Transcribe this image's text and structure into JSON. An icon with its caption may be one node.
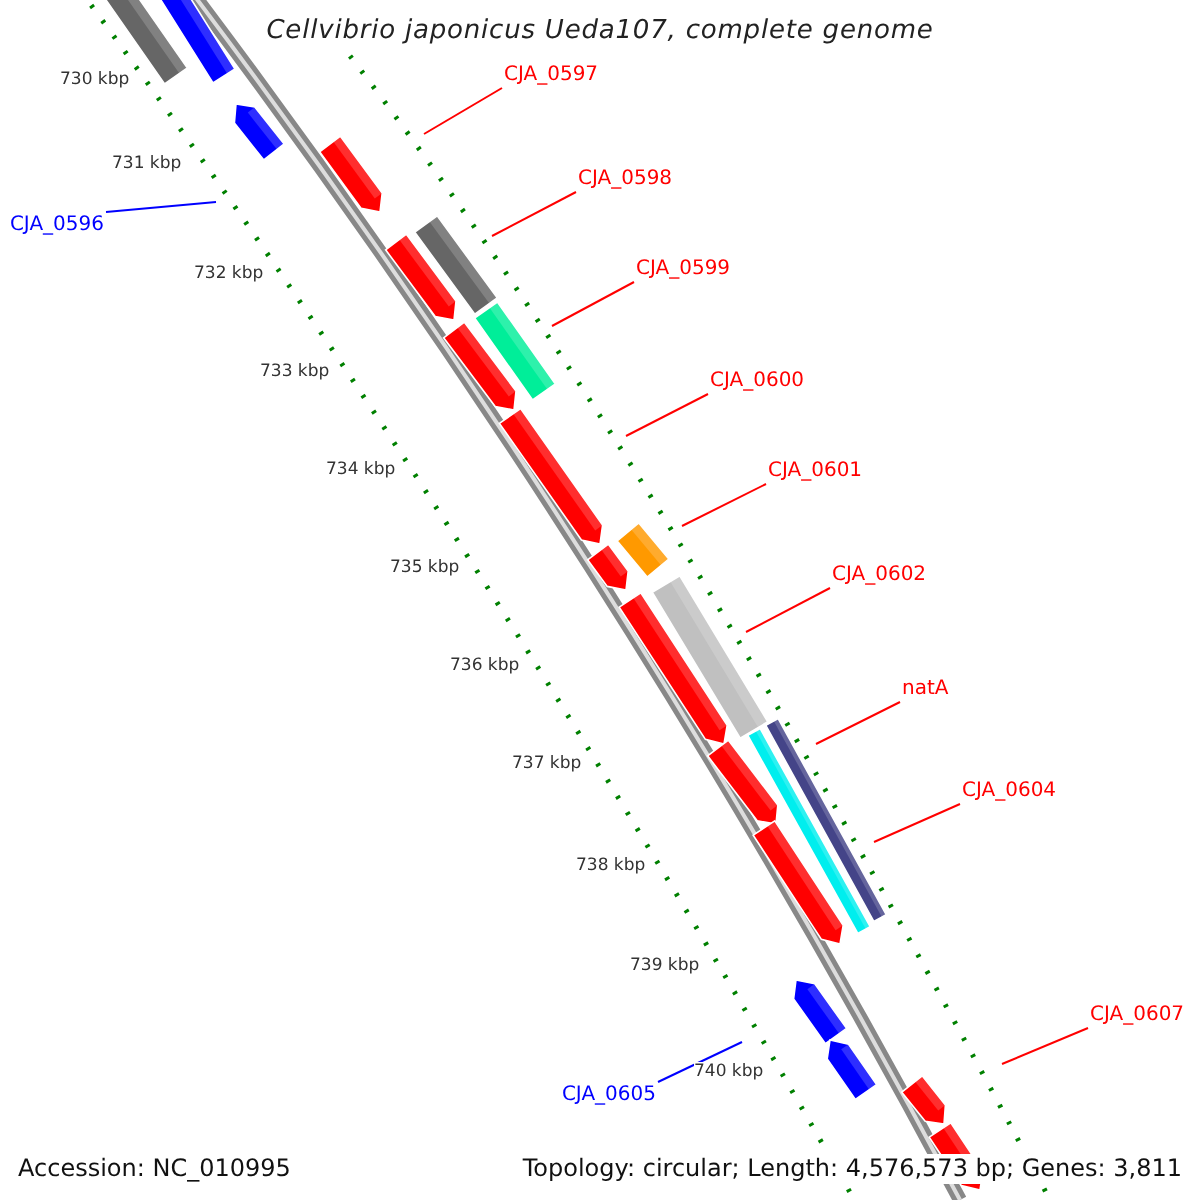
{
  "diagram": {
    "title": "Cellvibrio japonicus Ueda107, complete genome",
    "nodes": [
      {
        "text": [
          "CJA_0597"
        ]
      },
      {
        "text": [
          "CJA_0598"
        ]
      },
      {
        "text": [
          "CJA_0596"
        ]
      },
      {
        "text": [
          "CJA_0599"
        ]
      },
      {
        "text": [
          "CJA_0600"
        ]
      },
      {
        "text": [
          "CJA_0601"
        ]
      },
      {
        "text": [
          "CJA_0602"
        ]
      },
      {
        "text": [
          "natA"
        ]
      },
      {
        "text": [
          "CJA_0604"
        ]
      },
      {
        "text": [
          "CJA_0607"
        ]
      },
      {
        "text": [
          "CJA_0605"
        ]
      }
    ],
    "edges": [
      {
        "from": 0,
        "to": null,
        "arrow": "none"
      },
      {
        "from": 1,
        "to": null,
        "arrow": "none"
      },
      {
        "from": 2,
        "to": null,
        "arrow": "none",
        "color": "#0000ff"
      },
      {
        "from": 3,
        "to": null,
        "arrow": "none"
      },
      {
        "from": 4,
        "to": null,
        "arrow": "none"
      },
      {
        "from": 5,
        "to": null,
        "arrow": "none"
      },
      {
        "from": 6,
        "to": null,
        "arrow": "none"
      },
      {
        "from": 7,
        "to": null,
        "arrow": "none"
      },
      {
        "from": 8,
        "to": null,
        "arrow": "none"
      },
      {
        "from": 9,
        "to": null,
        "arrow": "none"
      },
      {
        "from": 10,
        "to": null,
        "arrow": "none",
        "color": "#0000ff"
      }
    ],
    "labels": [
      "730 kbp",
      "731 kbp",
      "732 kbp",
      "733 kbp",
      "734 kbp",
      "735 kbp",
      "736 kbp",
      "737 kbp",
      "738 kbp",
      "739 kbp",
      "740 kbp",
      "Accession: NC_010995",
      "Topology: circular; Length: 4,576,573 bp; Genes: 3,811"
    ]
  }
}
